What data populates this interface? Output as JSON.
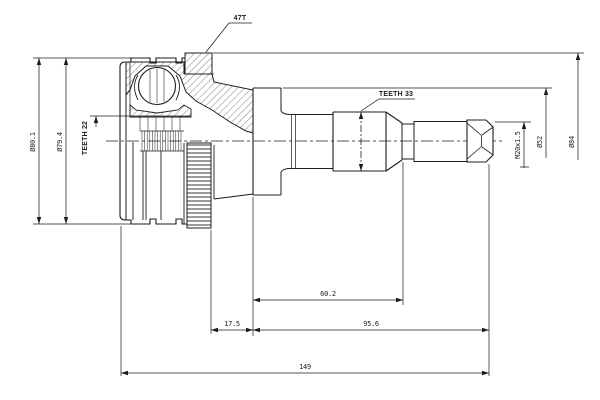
{
  "drawing": {
    "type": "cv-joint-technical-drawing",
    "callouts": {
      "abs_ring_teeth": "47T",
      "shaft_spline": "TEETH 33",
      "bore_spline": "TEETH 22"
    },
    "diameters": {
      "bell_od_outer": "Ø80.1",
      "bell_od_inner": "Ø79.4",
      "abs_ring_od": "Ø84",
      "body_od": "Ø52",
      "thread_spec": "M20x1.5"
    },
    "lengths": {
      "ring_to_body": "17.5",
      "body_to_thread": "60.2",
      "body_to_end": "95.6",
      "overall": "149"
    },
    "colors": {
      "line": "#1c1c1c",
      "background": "#ffffff"
    }
  }
}
